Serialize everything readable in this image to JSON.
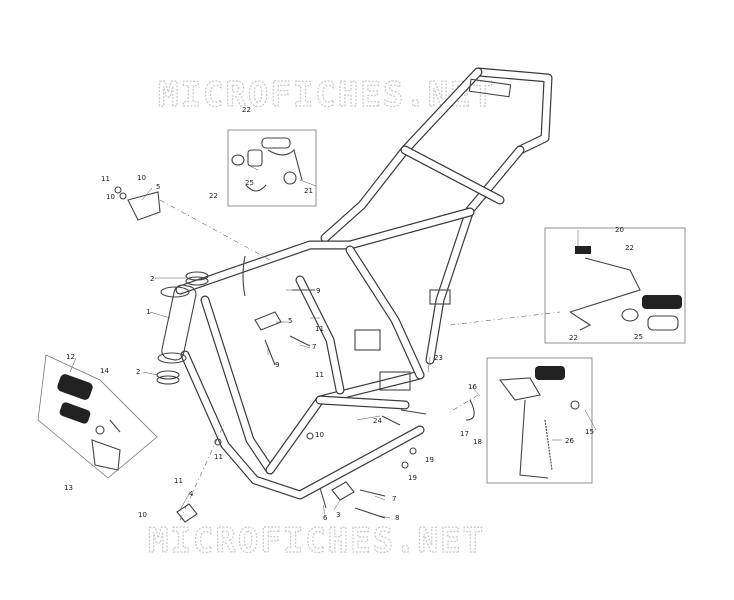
{
  "watermark": {
    "top": "MICROFICHES.NET",
    "bottom": "MICROFICHES.NET"
  },
  "callouts": [
    {
      "id": "c1",
      "text": "1"
    },
    {
      "id": "c2a",
      "text": "2"
    },
    {
      "id": "c2b",
      "text": "2"
    },
    {
      "id": "c3",
      "text": "3"
    },
    {
      "id": "c4",
      "text": "4"
    },
    {
      "id": "c5a",
      "text": "5"
    },
    {
      "id": "c5b",
      "text": "5"
    },
    {
      "id": "c6",
      "text": "6"
    },
    {
      "id": "c7a",
      "text": "7"
    },
    {
      "id": "c7b",
      "text": "7"
    },
    {
      "id": "c8",
      "text": "8"
    },
    {
      "id": "c9a",
      "text": "9"
    },
    {
      "id": "c9b",
      "text": "9"
    },
    {
      "id": "c10a",
      "text": "10"
    },
    {
      "id": "c10b",
      "text": "10"
    },
    {
      "id": "c10c",
      "text": "10"
    },
    {
      "id": "c10d",
      "text": "10"
    },
    {
      "id": "c11a",
      "text": "11"
    },
    {
      "id": "c11b",
      "text": "11"
    },
    {
      "id": "c11c",
      "text": "11"
    },
    {
      "id": "c11d",
      "text": "11"
    },
    {
      "id": "c11e",
      "text": "11"
    },
    {
      "id": "c12",
      "text": "12"
    },
    {
      "id": "c13",
      "text": "13"
    },
    {
      "id": "c14",
      "text": "14"
    },
    {
      "id": "c15",
      "text": "15"
    },
    {
      "id": "c16",
      "text": "16"
    },
    {
      "id": "c17",
      "text": "17"
    },
    {
      "id": "c18",
      "text": "18"
    },
    {
      "id": "c19a",
      "text": "19"
    },
    {
      "id": "c19b",
      "text": "19"
    },
    {
      "id": "c20",
      "text": "20"
    },
    {
      "id": "c21",
      "text": "21"
    },
    {
      "id": "c22a",
      "text": "22"
    },
    {
      "id": "c22b",
      "text": "22"
    },
    {
      "id": "c22c",
      "text": "22"
    },
    {
      "id": "c22d",
      "text": "22"
    },
    {
      "id": "c23",
      "text": "23"
    },
    {
      "id": "c24",
      "text": "24"
    },
    {
      "id": "c25a",
      "text": "25"
    },
    {
      "id": "c25b",
      "text": "25"
    },
    {
      "id": "c26",
      "text": "26"
    }
  ]
}
